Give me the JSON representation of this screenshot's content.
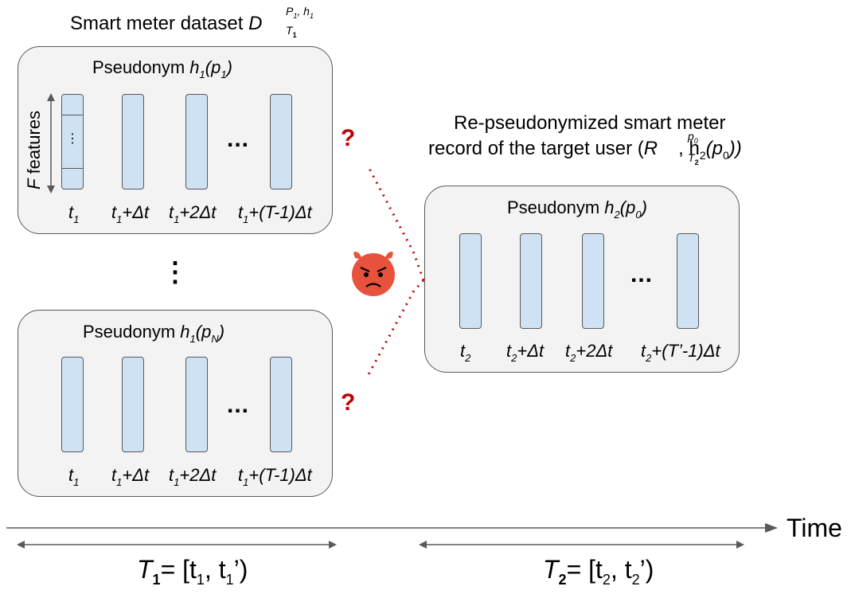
{
  "left_title": {
    "main": "Smart meter dataset ",
    "sym": "D",
    "sup": "P",
    "sup2": "1",
    "sup3": ", h",
    "sup4": "1",
    "sub": "T",
    "sub2": "1"
  },
  "right_title": {
    "line1": "Re-pseudonymized smart meter",
    "line2a": "record of the target user (",
    "line2_sym": "R",
    "line2_sup": "p",
    "line2_sup_sub": "0",
    "line2_sub": "T",
    "line2_sub2": "2",
    "line2b": ", h",
    "line2b_sub": "2",
    "line2c": "(p",
    "line2c_sub": "0",
    "line2d": "))"
  },
  "boxes": {
    "top": {
      "header_pre": "Pseudonym ",
      "h": "h",
      "h_sub": "1",
      "p_open": "(p",
      "p_sub": "1",
      "p_close": ")"
    },
    "bottom": {
      "header_pre": "Pseudonym ",
      "h": "h",
      "h_sub": "1",
      "p_open": "(p",
      "p_sub": "N",
      "p_close": ")"
    },
    "right": {
      "header_pre": "Pseudonym ",
      "h": "h",
      "h_sub": "2",
      "p_open": "(p",
      "p_sub": "0",
      "p_close": ")"
    }
  },
  "time_labels_left": [
    {
      "t": "t",
      "sub": "1",
      "rest": ""
    },
    {
      "t": "t",
      "sub": "1",
      "rest": "+Δt"
    },
    {
      "t": "t",
      "sub": "1",
      "rest": "+2Δt"
    },
    {
      "t": "t",
      "sub": "1",
      "rest": "+(T-1)Δt"
    }
  ],
  "time_labels_right": [
    {
      "t": "t",
      "sub": "2",
      "rest": ""
    },
    {
      "t": "t",
      "sub": "2",
      "rest": "+Δt"
    },
    {
      "t": "t",
      "sub": "2",
      "rest": "+2Δt"
    },
    {
      "t": "t",
      "sub": "2",
      "rest": "+(T’-1)Δt"
    }
  ],
  "features_label": {
    "f": "F",
    "rest": " features"
  },
  "ellipsis": "...",
  "vertical_ellipsis": "⋮",
  "question": "?",
  "time_axis_label": "Time",
  "period1": {
    "sym": "T",
    "sub": "1",
    "eq": "= [t",
    "s1": "1",
    "mid": ", t",
    "s2": "1",
    "end": "’)"
  },
  "period2": {
    "sym": "T",
    "sub": "2",
    "eq": "= [t",
    "s1": "2",
    "mid": ", t",
    "s2": "2",
    "end": "’)"
  },
  "colors": {
    "bar_fill": "#cfe2f3",
    "box_fill": "#f3f3f3",
    "border": "#595959",
    "question": "#c00000",
    "devil": "#e8523c"
  },
  "icons": {
    "adversary": "angry-devil-icon"
  }
}
